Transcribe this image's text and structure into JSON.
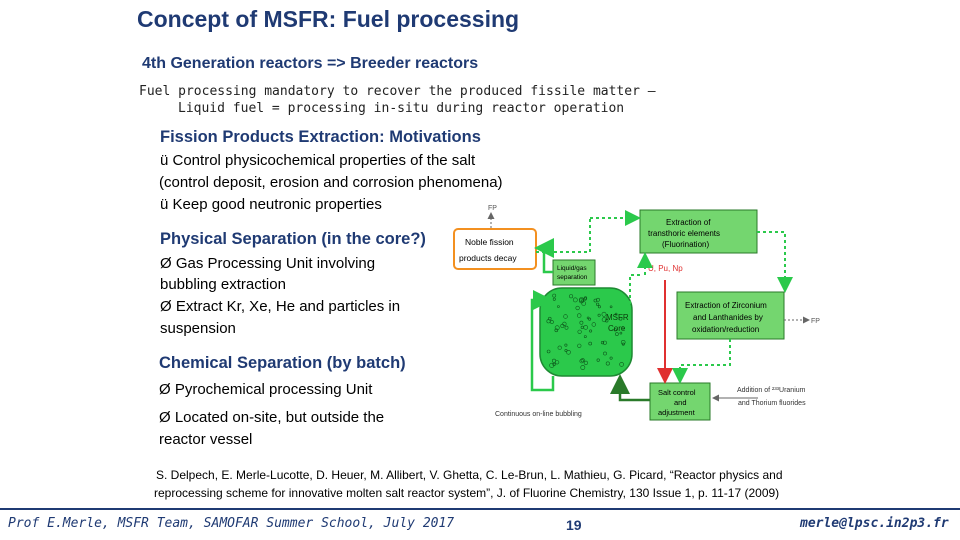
{
  "slide": {
    "title": "Concept of MSFR: Fuel processing",
    "subtitle": "4th Generation reactors => Breeder reactors",
    "intro_line1": "Fuel processing mandatory to recover the produced fissile matter –",
    "intro_line2": "Liquid fuel = processing in-situ during reactor operation"
  },
  "sections": {
    "fission": {
      "heading": "Fission Products Extraction: Motivations",
      "item1_line1": "ü Control physicochemical properties of the salt",
      "item1_line2": "(control deposit, erosion and corrosion phenomena)",
      "item2": "ü Keep good neutronic properties"
    },
    "physical": {
      "heading": "Physical Separation (in the core?)",
      "item1_line1": "Ø Gas Processing Unit involving",
      "item1_line2": "bubbling extraction",
      "item2_line1": "Ø Extract Kr, Xe, He and particles in",
      "item2_line2": "suspension"
    },
    "chemical": {
      "heading": "Chemical Separation (by batch)",
      "item1": "Ø Pyrochemical processing Unit",
      "item2_line1": "Ø Located on-site, but outside the",
      "item2_line2": "reactor vessel"
    }
  },
  "diagram": {
    "fp_top": "FP",
    "noble_line1": "Noble fission",
    "noble_line2": "products  decay",
    "gas_line1": "Liquid/gas",
    "gas_line2": "separation",
    "core_line1": "MSFR",
    "core_line2": "Core",
    "extr_line1": "Extraction of",
    "extr_line2": "transthoric elements",
    "extr_line3": "(Fluorination)",
    "upunp": "U, Pu, Np",
    "zr_line1": "Extraction of Zirconium",
    "zr_line2": "and Lanthanides by",
    "zr_line3": "oxidation/reduction",
    "fp_right": "FP",
    "salt_line1": "Salt control",
    "salt_line2": "and",
    "salt_line3": "adjustment",
    "addition_line1": "Addition of ²³³Uranium",
    "addition_line2": "and Thorium fluorides",
    "bubbling": "Continuous on-line bubbling",
    "colors": {
      "green": "#2bc94b",
      "box_green": "#74d66f",
      "dark_green": "#2a7a2a",
      "red": "#e03030",
      "orange": "#f39020"
    }
  },
  "reference": {
    "line1": "S. Delpech, E. Merle-Lucotte, D. Heuer, M. Allibert, V. Ghetta, C. Le-Brun, L. Mathieu, G. Picard, “Reactor physics and",
    "line2": "reprocessing scheme for innovative molten salt reactor system”, J. of Fluorine Chemistry, 130 Issue 1, p. 11-17 (2009)"
  },
  "footer": {
    "left": "Prof E.Merle, MSFR Team, SAMOFAR Summer School, July 2017",
    "page": "19",
    "right": "merle@lpsc.in2p3.fr"
  }
}
